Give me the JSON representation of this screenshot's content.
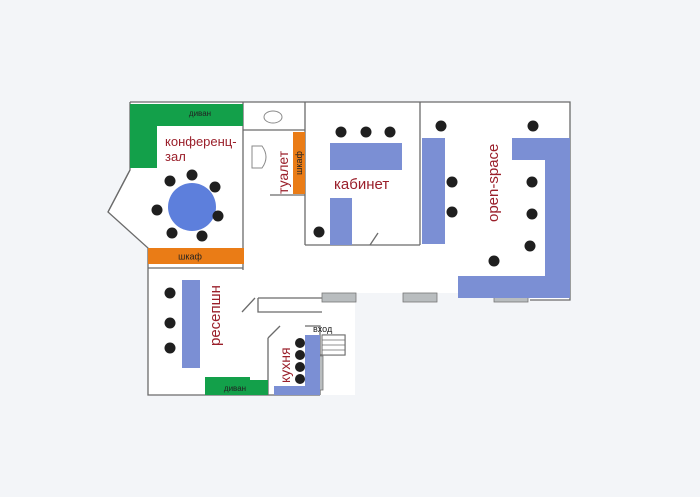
{
  "rooms": {
    "conference": "конференц-зал",
    "conference_line1": "конференц-",
    "conference_line2": "зал",
    "toilet": "туалет",
    "office": "кабинет",
    "open_space": "open-space",
    "reception": "ресепшн",
    "kitchen": "кухня"
  },
  "furniture": {
    "sofa_top": "диван",
    "sofa_bottom": "диван",
    "wardrobe_toilet": "шкаф",
    "wardrobe_hall": "шкаф",
    "entrance": "вход"
  },
  "colors": {
    "desk": "#7b8fd4",
    "sofa": "#13a04a",
    "wardrobe": "#ea7c16",
    "table": "#5d7fdc",
    "chair": "#1f1f1f",
    "label": "#9a1f2a",
    "window": "#b9bdbf"
  }
}
